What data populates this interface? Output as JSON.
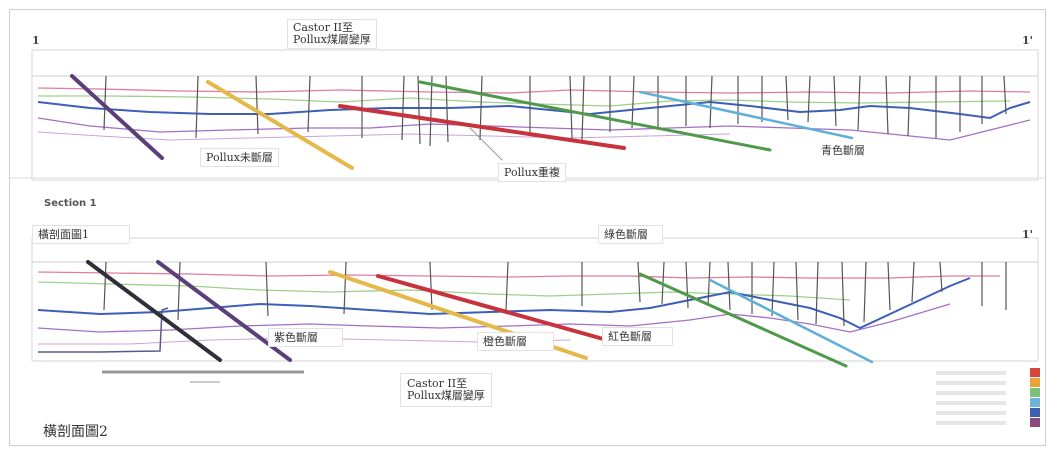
{
  "top_section": {
    "end_left": "1",
    "end_right": "1'",
    "labels": {
      "thickening": "Castor II至\nPollux煤層變厚",
      "pollux_unfaulted": "Pollux未斷層",
      "pollux_repeat": "Pollux重複",
      "cyan_fault": "青色斷層"
    }
  },
  "bottom_section": {
    "heading": "Section 1",
    "end_left": "1",
    "end_right": "1'",
    "labels": {
      "cross_section_1": "橫剖面圖1",
      "green_fault": "綠色斷層",
      "purple_fault": "紫色斷層",
      "orange_fault": "橙色斷層",
      "red_fault": "紅色斷層",
      "thickening": "Castor II至\nPollux煤層變厚",
      "cross_section_2": "橫剖面圖2"
    }
  },
  "colors": {
    "purple_fault": "#5a3f78",
    "dark_fault": "#2f2f3a",
    "orange_fault": "#e5b84a",
    "red_fault": "#c8323c",
    "green_fault": "#4f9a4a",
    "cyan_fault": "#5fb0d8",
    "blue_seam": "#3d5fb8",
    "purple_seam": "#a56fc4",
    "pink_seam": "#e07d9a",
    "light_green_seam": "#9fd08a",
    "well_line": "#555555"
  },
  "legend": {
    "swatches": [
      "#d9453a",
      "#e8a33a",
      "#7cc07a",
      "#6fb3d9",
      "#3e5fb0",
      "#8a4a80"
    ]
  }
}
